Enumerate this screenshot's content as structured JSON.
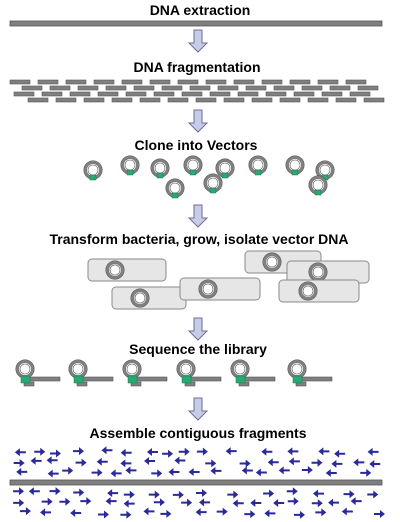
{
  "steps": [
    {
      "id": "dna-extraction",
      "title": "DNA extraction"
    },
    {
      "id": "dna-fragmentation",
      "title": "DNA fragmentation"
    },
    {
      "id": "clone-into-vectors",
      "title": "Clone into Vectors"
    },
    {
      "id": "transform-bacteria",
      "title": "Transform bacteria, grow, isolate vector DNA"
    },
    {
      "id": "sequence-library",
      "title": "Sequence the library"
    },
    {
      "id": "assemble-fragments",
      "title": "Assemble contiguous fragments"
    }
  ],
  "icons": {
    "flow": "down-arrow-icon",
    "dna": "dna-strand",
    "vector": "circular-vector-icon",
    "bacterium": "bacterium-cell",
    "read": "sequence-read-arrow-icon"
  },
  "colors": {
    "dna": "#808080",
    "dna_border": "#555555",
    "insert": "#2aa872",
    "arrow_fill": "#c8cce8",
    "arrow_stroke": "#6a6f99",
    "cell_fill": "#e6e6e6",
    "cell_stroke": "#8a8a8a",
    "read": "#2a2a9a"
  }
}
